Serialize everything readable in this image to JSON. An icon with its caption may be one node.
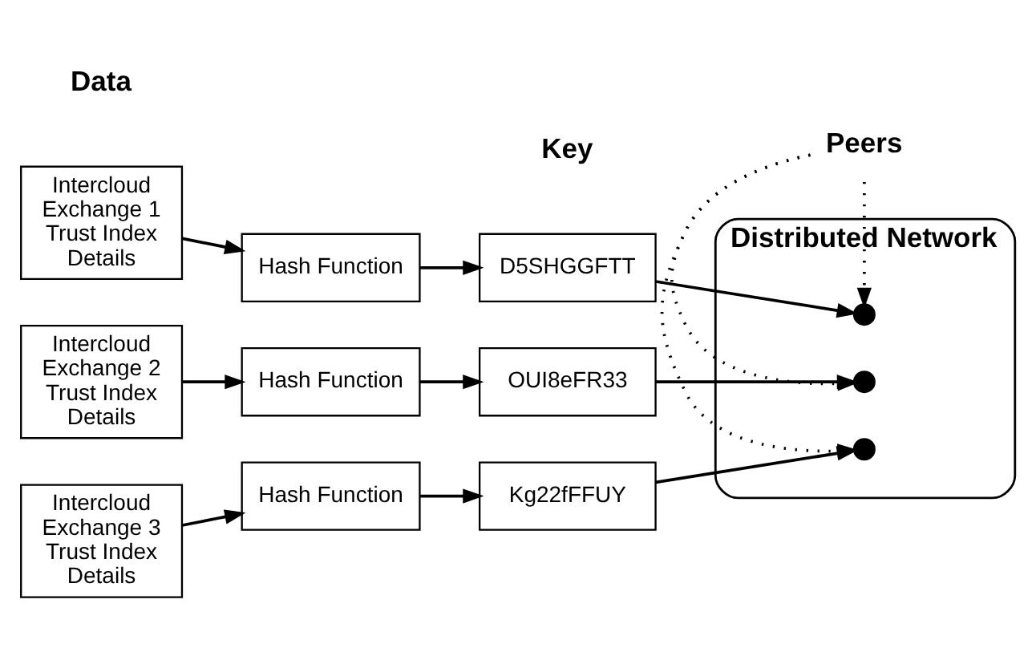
{
  "diagram": {
    "nodes": [
      {
        "text": [
          "Intercloud Exchange 1 Trust Index Details"
        ]
      },
      {
        "text": [
          "Hash Function"
        ]
      },
      {
        "text": [
          "D5SHGGFTT"
        ]
      },
      {
        "text": [
          "Intercloud Exchange 2 Trust Index Details"
        ]
      },
      {
        "text": [
          "Hash Function"
        ]
      },
      {
        "text": [
          "OUI8eFR33"
        ]
      },
      {
        "text": [
          "Intercloud Exchange 3 Trust Index Details"
        ]
      },
      {
        "text": [
          "Hash Function"
        ]
      },
      {
        "text": [
          "Kg22fFFUY"
        ]
      },
      {
        "text": [
          "Distributed Network"
        ]
      },
      {
        "text": [],
        "shape": "circle",
        "in": 9
      },
      {
        "text": [],
        "shape": "circle",
        "in": 9
      },
      {
        "text": [],
        "shape": "circle",
        "in": 9
      },
      {
        "text": [
          "Peers"
        ]
      }
    ],
    "edges": [
      {
        "from": 0,
        "to": 1,
        "arrow": "to"
      },
      {
        "from": 1,
        "to": 2,
        "arrow": "to"
      },
      {
        "from": 2,
        "to": 10,
        "arrow": "to"
      },
      {
        "from": 3,
        "to": 4,
        "arrow": "to"
      },
      {
        "from": 4,
        "to": 5,
        "arrow": "to"
      },
      {
        "from": 5,
        "to": 11,
        "arrow": "to"
      },
      {
        "from": 6,
        "to": 7,
        "arrow": "to"
      },
      {
        "from": 7,
        "to": 8,
        "arrow": "to"
      },
      {
        "from": 8,
        "to": 12,
        "arrow": "to"
      },
      {
        "from": 13,
        "to": 10,
        "arrow": "to",
        "style": "dashed"
      },
      {
        "from": 13,
        "to": 11,
        "arrow": "to",
        "style": "dashed"
      },
      {
        "from": 13,
        "to": 12,
        "arrow": "to",
        "style": "dashed"
      }
    ],
    "labels": [
      "Data",
      "Key"
    ]
  }
}
